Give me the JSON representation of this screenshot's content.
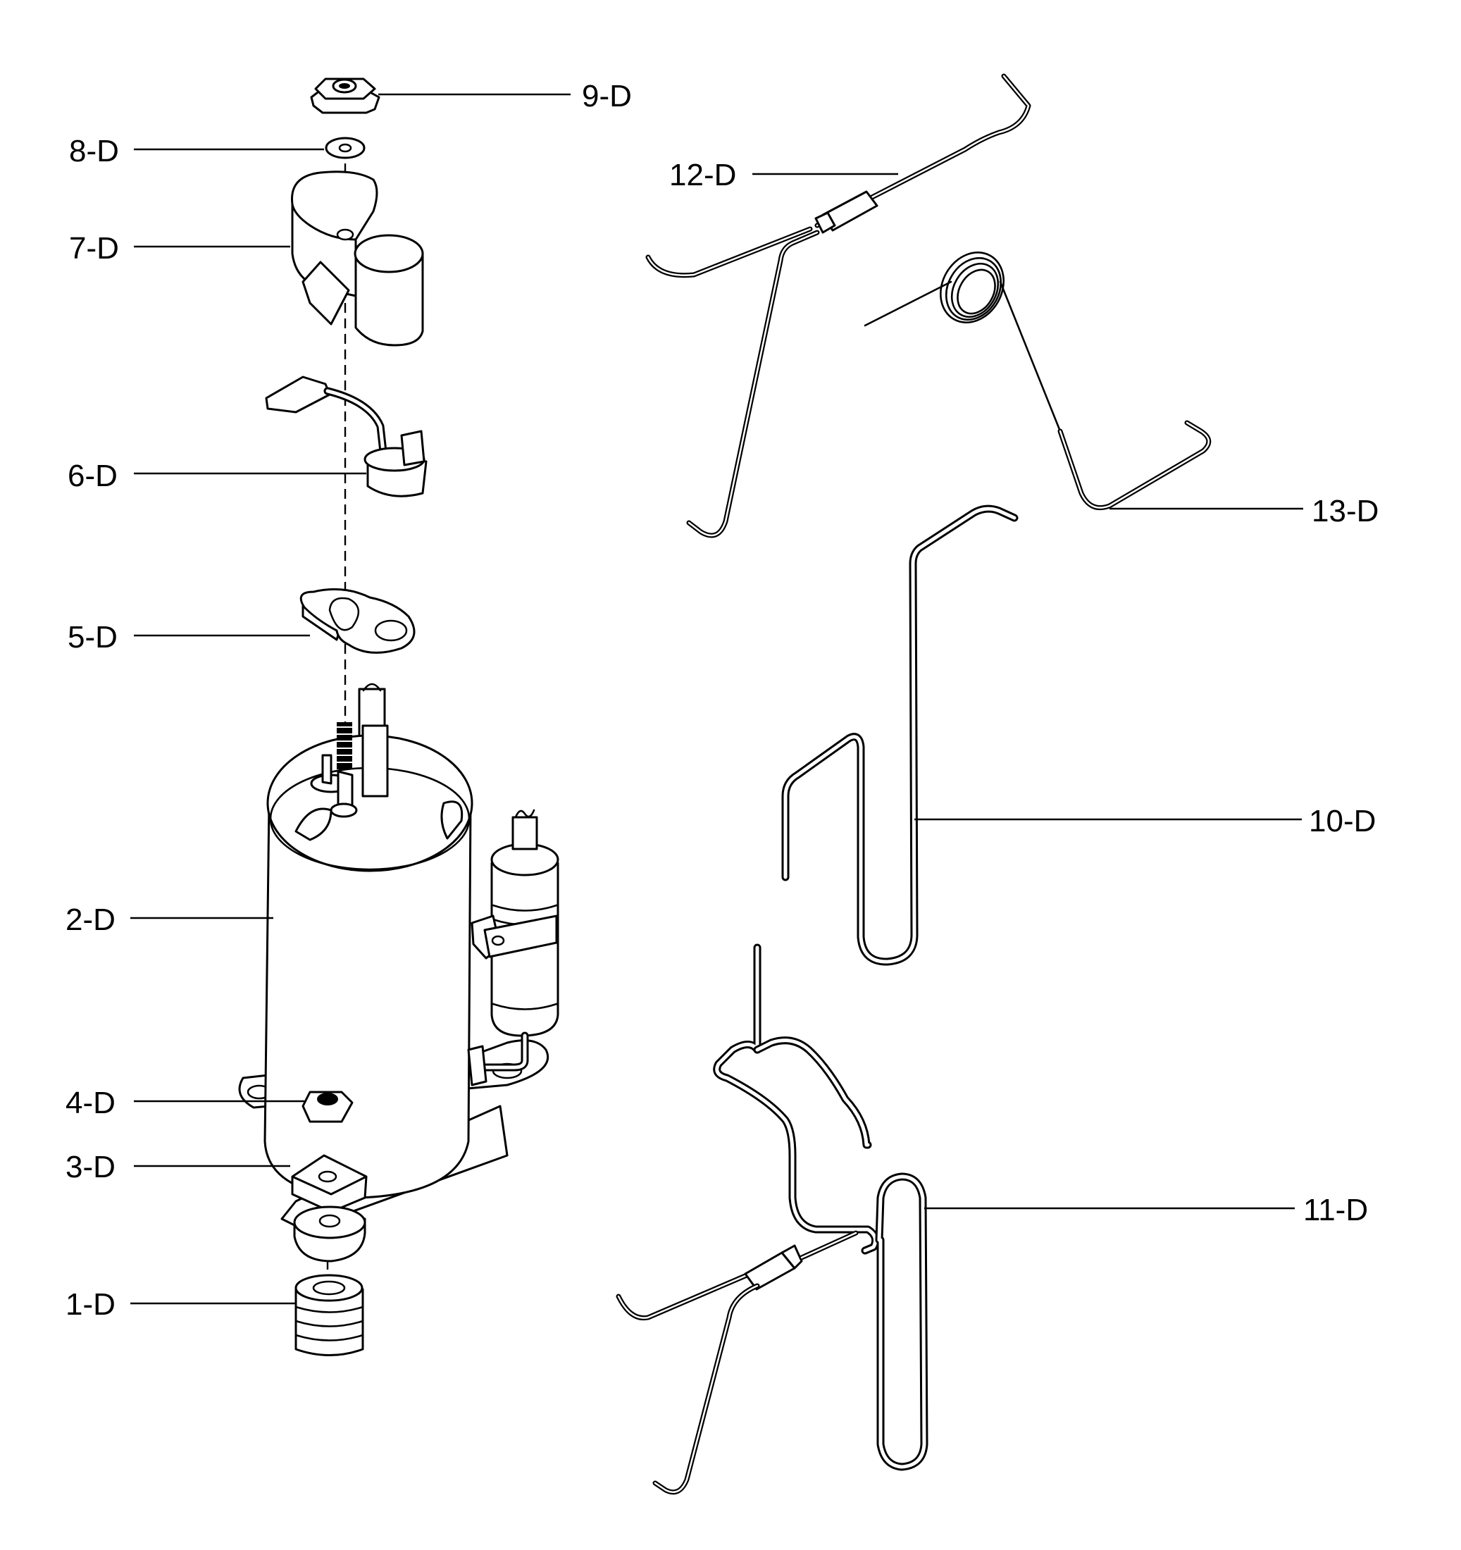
{
  "labels": {
    "p1": "1-D",
    "p2": "2-D",
    "p3": "3-D",
    "p4": "4-D",
    "p5": "5-D",
    "p6": "6-D",
    "p7": "7-D",
    "p8": "8-D",
    "p9": "9-D",
    "p10": "10-D",
    "p11": "11-D",
    "p12": "12-D",
    "p13": "13-D"
  }
}
